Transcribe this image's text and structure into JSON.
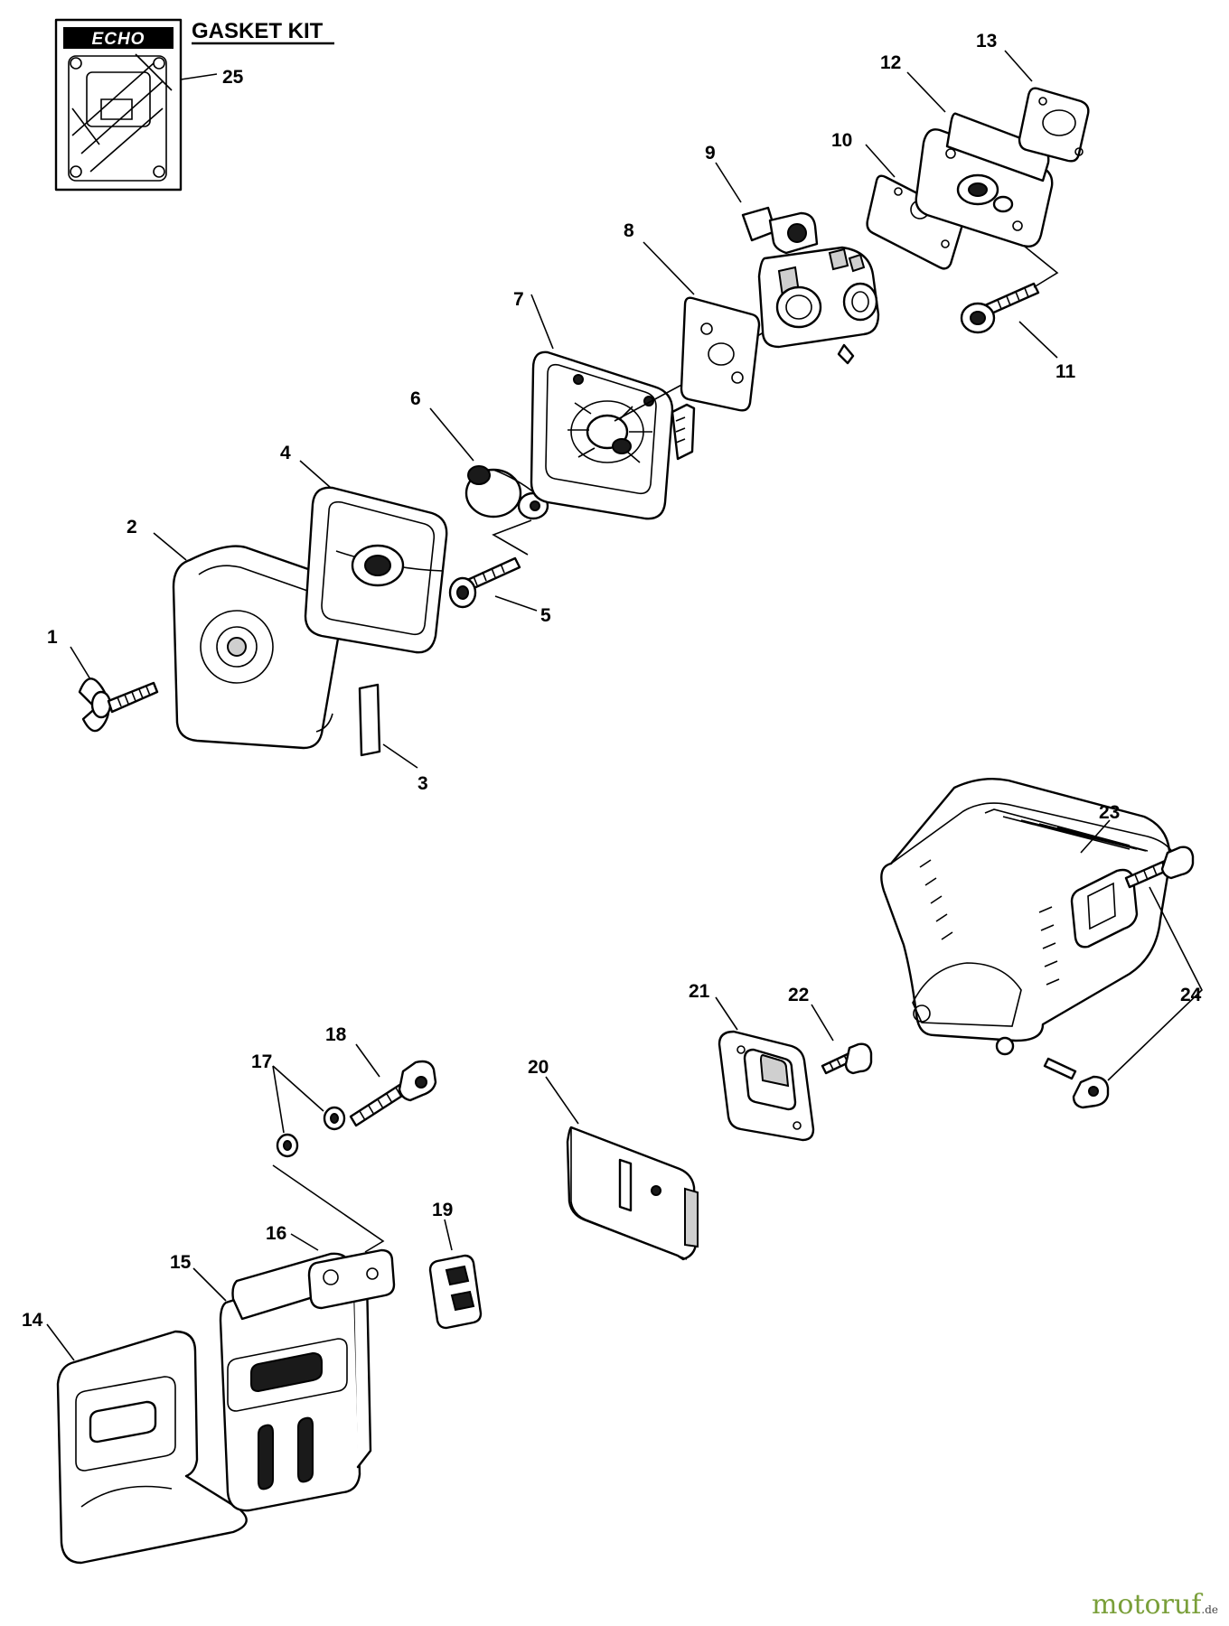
{
  "kit": {
    "logo": "ECHO",
    "title": "GASKET KIT"
  },
  "callouts": {
    "c1": "1",
    "c2": "2",
    "c3": "3",
    "c4": "4",
    "c5": "5",
    "c6": "6",
    "c7": "7",
    "c8": "8",
    "c9": "9",
    "c10": "10",
    "c11": "11",
    "c12": "12",
    "c13": "13",
    "c14": "14",
    "c15": "15",
    "c16": "16",
    "c17": "17",
    "c18": "18",
    "c19": "19",
    "c20": "20",
    "c21": "21",
    "c22": "22",
    "c23": "23",
    "c24": "24",
    "c25": "25"
  },
  "watermark": {
    "main": "motoruf",
    "suffix": ".de"
  }
}
